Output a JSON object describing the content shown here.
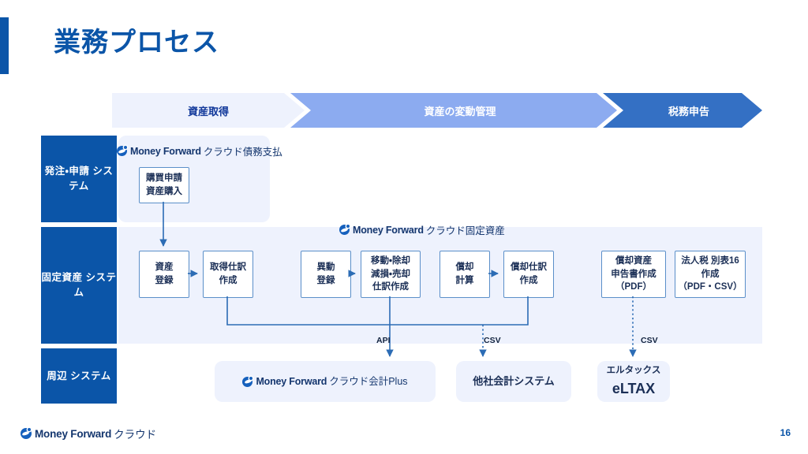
{
  "slide": {
    "title": "業務プロセス",
    "page_number": "16",
    "accent_color": "#0b55a8"
  },
  "phases": [
    {
      "label": "資産取得",
      "bg": "#eef2fd",
      "fg": "#11389a"
    },
    {
      "label": "資産の変動管理",
      "bg": "#8cabf0",
      "fg": "#ffffff"
    },
    {
      "label": "税務申告",
      "bg": "#3470c4",
      "fg": "#ffffff"
    }
  ],
  "row_labels": [
    {
      "label": "発注・申請\nシステム"
    },
    {
      "label": "固定資産\nシステム"
    },
    {
      "label": "周辺\nシステム"
    }
  ],
  "lockups": {
    "saimu": {
      "brand": "Money Forward",
      "suffix": "クラウド債務支払"
    },
    "kotei": {
      "brand": "Money Forward",
      "suffix": "クラウド固定資産"
    },
    "kaikei": {
      "brand": "Money Forward",
      "suffix": "クラウド会計Plus"
    },
    "footer": {
      "brand": "Money Forward",
      "suffix": "クラウド"
    }
  },
  "boxes": {
    "order_row": [
      {
        "name": "purchase-request",
        "label": "購買申請\n資産購入"
      }
    ],
    "asset_row": [
      {
        "name": "asset-register",
        "label": "資産\n登録"
      },
      {
        "name": "acquisition-journal",
        "label": "取得仕訳\n作成"
      },
      {
        "name": "transfer-register",
        "label": "異動\n登録"
      },
      {
        "name": "change-journal",
        "label": "移動・除却\n減損・売却\n仕訳作成"
      },
      {
        "name": "depreciation-calc",
        "label": "償却\n計算"
      },
      {
        "name": "depreciation-journal",
        "label": "償却仕訳\n作成"
      },
      {
        "name": "depreciable-asset-report",
        "label": "償却資産\n申告書作成\n（PDF）"
      },
      {
        "name": "corporate-tax-form16",
        "label": "法人税 別表16\n作成\n（PDF・CSV）"
      }
    ],
    "peripheral_row": [
      {
        "name": "mf-cloud-accounting-plus",
        "label": ""
      },
      {
        "name": "other-accounting-system",
        "label": "他社会計システム"
      },
      {
        "name": "eltax",
        "label_top": "エルタックス",
        "label_big": "eLTAX"
      }
    ]
  },
  "connector_labels": [
    {
      "name": "api-label",
      "label": "API"
    },
    {
      "name": "csv-label-other",
      "label": "CSV"
    },
    {
      "name": "csv-label-eltax",
      "label": "CSV"
    }
  ]
}
